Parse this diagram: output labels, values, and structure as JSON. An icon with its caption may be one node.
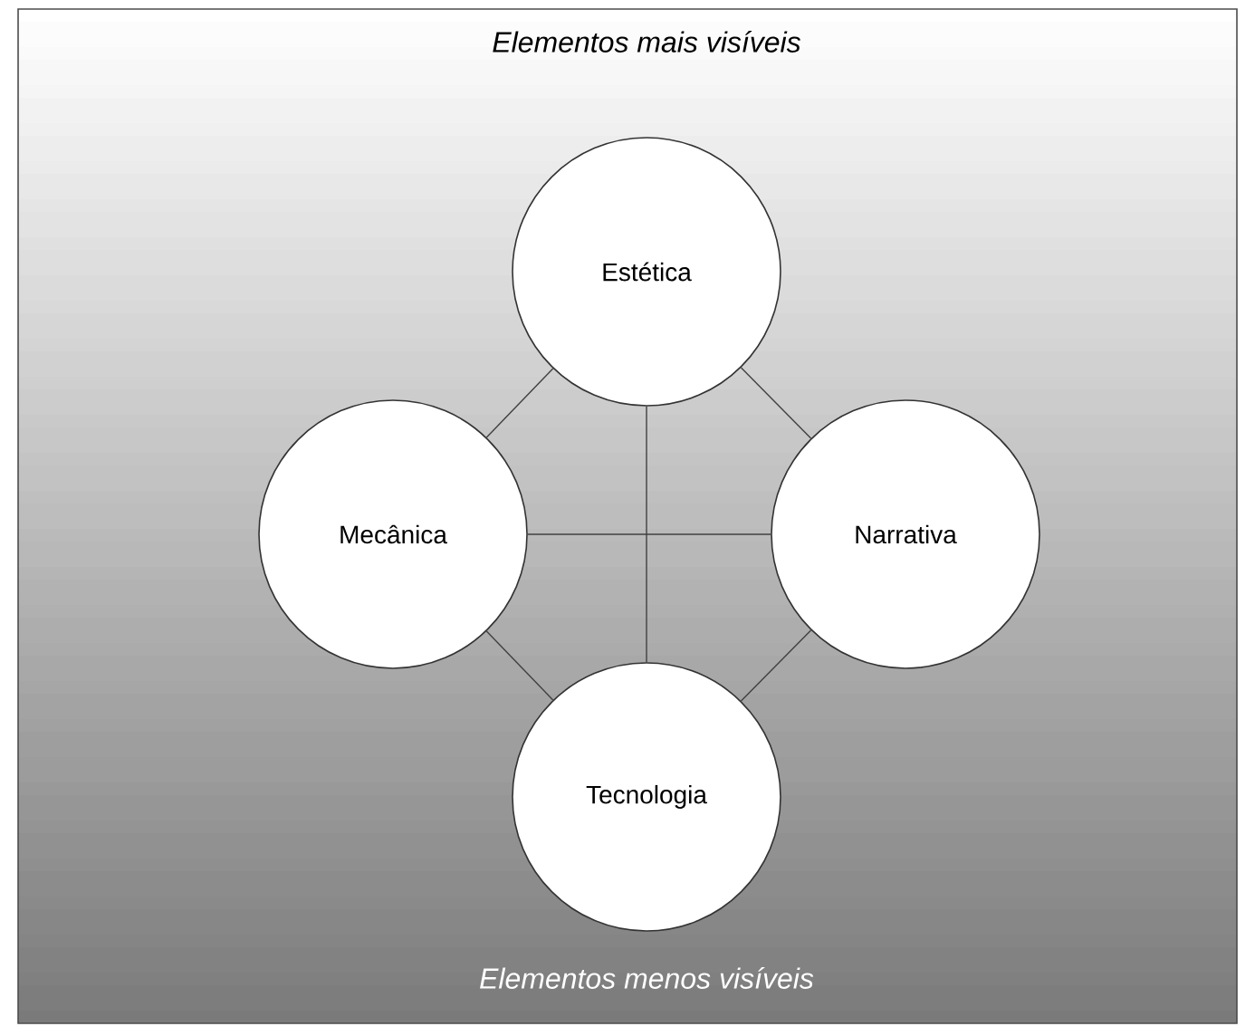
{
  "diagram": {
    "nodes": [
      {
        "text": [
          "Estética"
        ]
      },
      {
        "text": [
          "Mecânica"
        ]
      },
      {
        "text": [
          "Narrativa"
        ]
      },
      {
        "text": [
          "Tecnologia"
        ]
      }
    ],
    "edges": [
      {
        "from": 0,
        "to": 1,
        "arrow": "none"
      },
      {
        "from": 0,
        "to": 2,
        "arrow": "none"
      },
      {
        "from": 1,
        "to": 2,
        "arrow": "none"
      },
      {
        "from": 0,
        "to": 3,
        "arrow": "none"
      },
      {
        "from": 1,
        "to": 3,
        "arrow": "none"
      },
      {
        "from": 2,
        "to": 3,
        "arrow": "none"
      }
    ],
    "labels": [
      "Elementos mais visíveis",
      "Elementos menos visíveis"
    ]
  }
}
